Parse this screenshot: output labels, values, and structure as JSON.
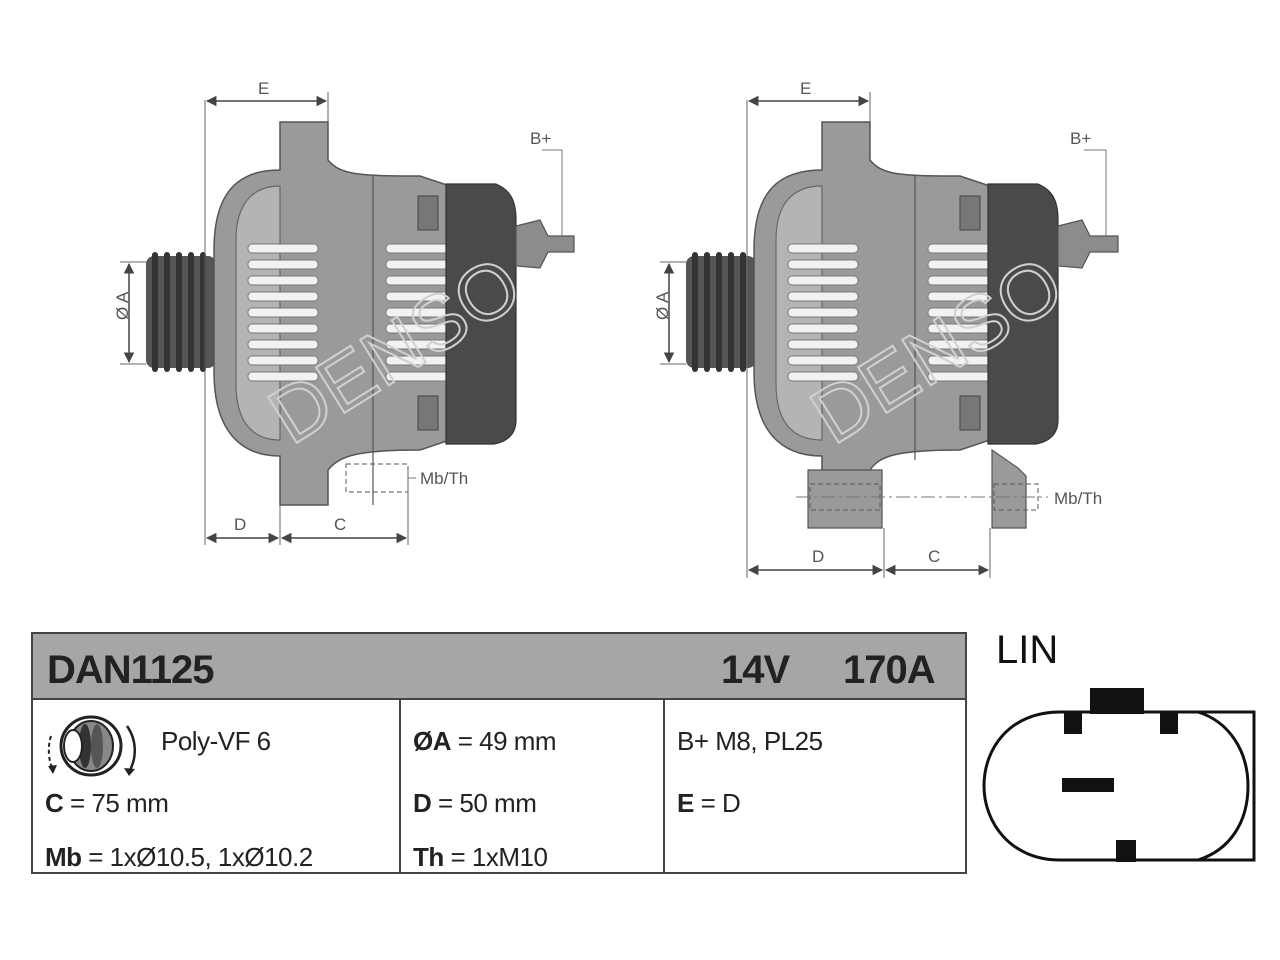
{
  "drawing": {
    "watermark": "DENSO",
    "dimension_labels": {
      "e": "E",
      "d": "D",
      "c": "C",
      "a": "Ø A",
      "bplus": "B+",
      "mbth": "Mb/Th"
    }
  },
  "spec": {
    "part_number": "DAN1125",
    "voltage": "14V",
    "current": "170A",
    "belt": "Poly-VF 6",
    "c_key": "C",
    "c_val": " = 75 mm",
    "mb_key": "Mb",
    "mb_val": " = 1xØ10.5, 1xØ10.2",
    "a_key": "ØA",
    "a_val": " = 49 mm",
    "d_key": "D",
    "d_val": " = 50 mm",
    "th_key": "Th",
    "th_val": " = 1xM10",
    "terminal": "B+ M8, PL25",
    "e_key": "E",
    "e_val": " = D"
  },
  "connector": {
    "label": "LIN"
  },
  "colors": {
    "header_bg": "#a6a6a6",
    "housing": "#9a9a9a",
    "rear_cover": "#4a4a4a",
    "line": "#444444"
  }
}
